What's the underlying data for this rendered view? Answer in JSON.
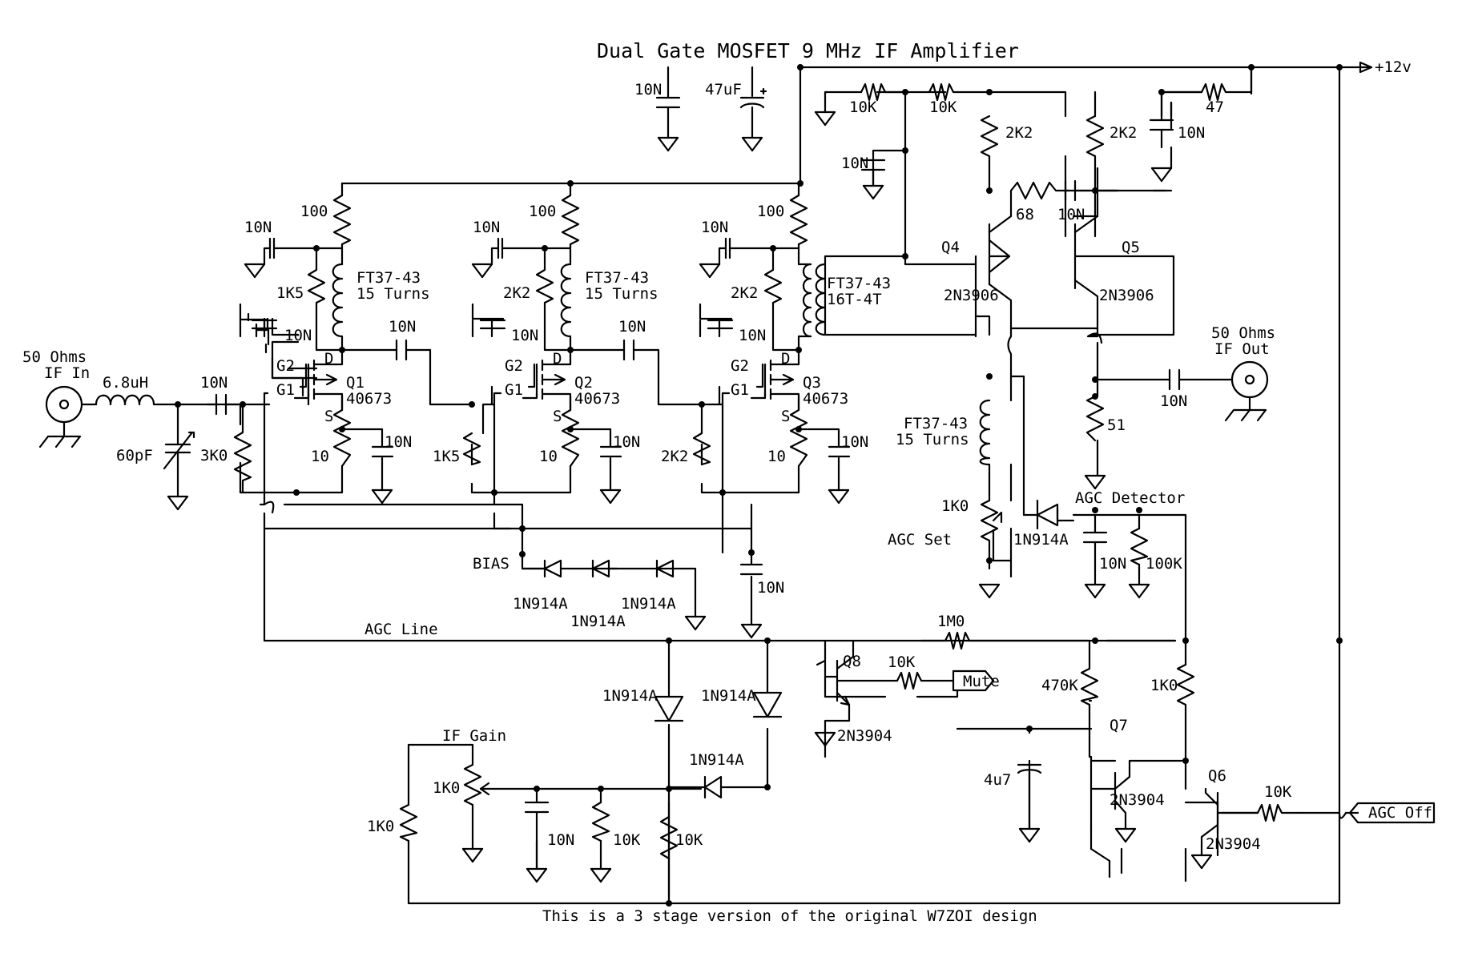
{
  "title": "Dual Gate MOSFET 9 MHz IF Amplifier",
  "footer": "This is a 3 stage version of the original W7ZOI design",
  "labels": {
    "supply": "+12v",
    "if_in_1": "50 Ohms",
    "if_in_2": "IF In",
    "if_out_1": "50 Ohms",
    "if_out_2": "IF Out",
    "l_in": "6.8uH",
    "c_trim": "60pF",
    "r_in": "3K0",
    "c_in": "10N",
    "c_s1": "10N",
    "c_s2": "10N",
    "c_s3": "10N",
    "c_supply": "10N",
    "c_elec": "47uF",
    "q1_r100": "100",
    "q1_rl": "1K5",
    "q1_t": "FT37-43",
    "q1_t2": "15 Turns",
    "q1_cg2": "10N",
    "q1_cdec": "10N",
    "q1_g2": "G2",
    "q1_g1": "G1",
    "q1_d": "D",
    "q1_s": "S",
    "q1_name": "Q1",
    "q1_type": "40673",
    "q1_rs": "10",
    "c12": "10N",
    "q2_r100": "100",
    "q2_rl": "2K2",
    "q2_t": "FT37-43",
    "q2_t2": "15 Turns",
    "q2_cg2": "10N",
    "q2_cdec": "10N",
    "q2_g2": "G2",
    "q2_g1": "G1",
    "q2_d": "D",
    "q2_s": "S",
    "q2_name": "Q2",
    "q2_type": "40673",
    "q2_rs": "10",
    "q2_rg": "1K5",
    "c23": "10N",
    "q3_r100": "100",
    "q3_rl": "2K2",
    "q3_t": "FT37-43",
    "q3_t2": "16T-4T",
    "q3_cg2": "10N",
    "q3_cdec": "10N",
    "q3_g2": "G2",
    "q3_g1": "G1",
    "q3_d": "D",
    "q3_s": "S",
    "q3_name": "Q3",
    "q3_type": "40673",
    "q3_rs": "10",
    "q3_rg": "2K2",
    "bias": "BIAS",
    "bias_d1": "1N914A",
    "bias_d2": "1N914A",
    "bias_d3": "1N914A",
    "c_bias": "10N",
    "r10k_a": "10K",
    "r10k_b": "10K",
    "r47": "47",
    "c_div": "10N",
    "r2k2_a": "2K2",
    "r2k2_b": "2K2",
    "c_top": "10N",
    "r68": "68",
    "c68": "10N",
    "q4_name": "Q4",
    "q4_type": "2N3906",
    "q5_name": "Q5",
    "q5_type": "2N3906",
    "c_out": "10N",
    "r51": "51",
    "l_agc": "FT37-43",
    "l_agc2": "15 Turns",
    "pot_agc": "1K0",
    "agc_set": "AGC Set",
    "agc_det": "AGC Detector",
    "d_det": "1N914A",
    "c_det": "10N",
    "r_det": "100K",
    "agc_line": "AGC Line",
    "r1m": "1M0",
    "q8_name": "Q8",
    "q8_type": "2N3904",
    "r_mute": "10K",
    "mute": "Mute",
    "d_a": "1N914A",
    "d_b": "1N914A",
    "d_c": "1N914A",
    "if_gain": "IF Gain",
    "pot_gain": "1K0",
    "r_left": "1K0",
    "c_gain": "10N",
    "r_gain_a": "10K",
    "r_gain_b": "10K",
    "r470": "470K",
    "c_4u7": "4u7",
    "q7_name": "Q7",
    "q7_type": "2N3904",
    "r1k0_q6": "1K0",
    "q6_name": "Q6",
    "q6_type": "2N3904",
    "r_agcoff": "10K",
    "agc_off": "AGC Off"
  }
}
